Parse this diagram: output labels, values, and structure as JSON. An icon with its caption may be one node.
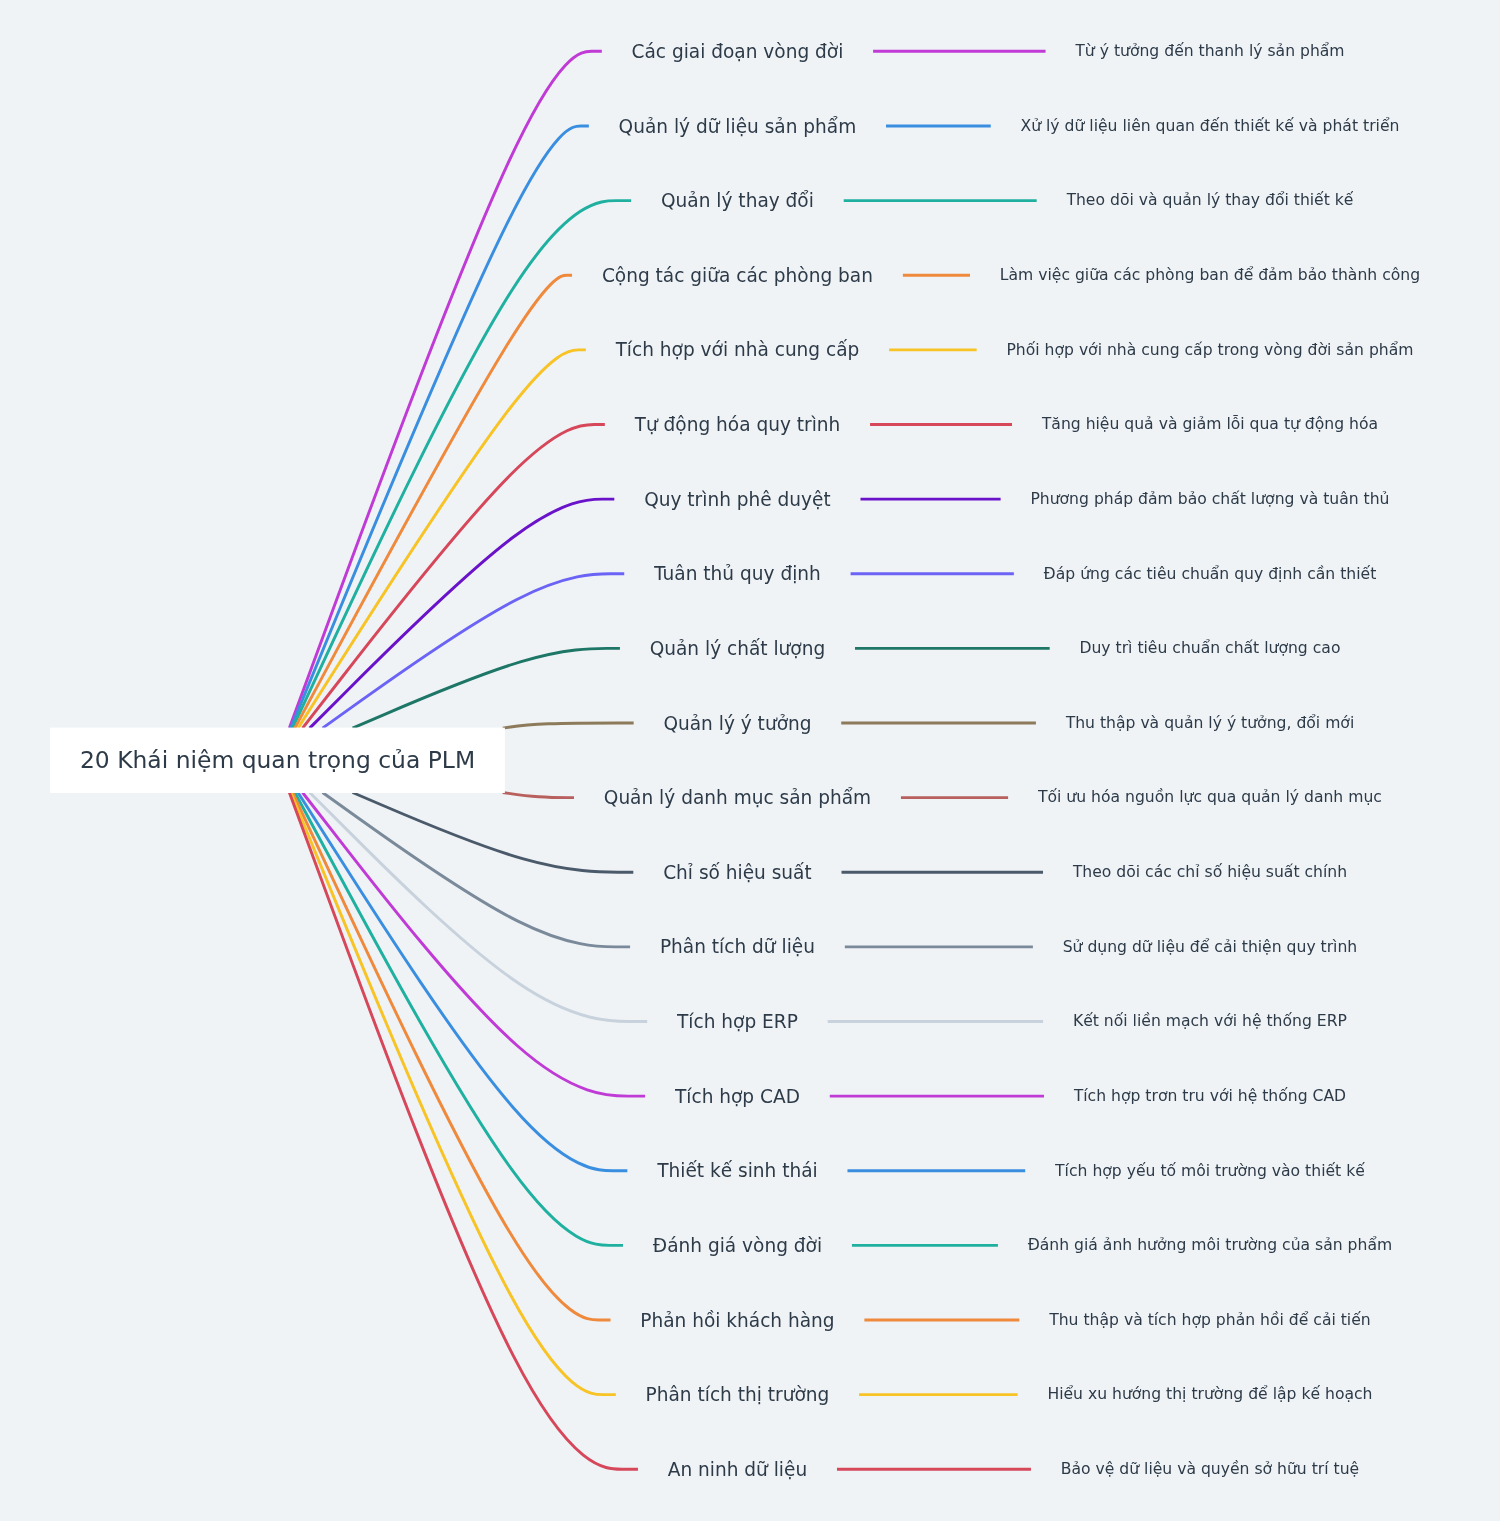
{
  "diagram": {
    "nodes": [
      {
        "text": [
          "20 Khái niệm quan trọng của PLM"
        ]
      },
      {
        "text": [
          "Các giai đoạn vòng đời"
        ]
      },
      {
        "text": [
          "Từ ý tưởng đến thanh lý sản phẩm"
        ]
      },
      {
        "text": [
          "Quản lý dữ liệu sản phẩm"
        ]
      },
      {
        "text": [
          "Xử lý dữ liệu liên quan đến thiết kế và phát triển"
        ]
      },
      {
        "text": [
          "Quản lý thay đổi"
        ]
      },
      {
        "text": [
          "Theo dõi và quản lý thay đổi thiết kế"
        ]
      },
      {
        "text": [
          "Cộng tác giữa các phòng ban"
        ]
      },
      {
        "text": [
          "Làm việc giữa các phòng ban để đảm bảo thành công"
        ]
      },
      {
        "text": [
          "Tích hợp với nhà cung cấp"
        ]
      },
      {
        "text": [
          "Phối hợp với nhà cung cấp trong vòng đời sản phẩm"
        ]
      },
      {
        "text": [
          "Tự động hóa quy trình"
        ]
      },
      {
        "text": [
          "Tăng hiệu quả và giảm lỗi qua tự động hóa"
        ]
      },
      {
        "text": [
          "Quy trình phê duyệt"
        ]
      },
      {
        "text": [
          "Phương pháp đảm bảo chất lượng và tuân thủ"
        ]
      },
      {
        "text": [
          "Tuân thủ quy định"
        ]
      },
      {
        "text": [
          "Đáp ứng các tiêu chuẩn quy định cần thiết"
        ]
      },
      {
        "text": [
          "Quản lý chất lượng"
        ]
      },
      {
        "text": [
          "Duy trì tiêu chuẩn chất lượng cao"
        ]
      },
      {
        "text": [
          "Quản lý ý tưởng"
        ]
      },
      {
        "text": [
          "Thu thập và quản lý ý tưởng, đổi mới"
        ]
      },
      {
        "text": [
          "Quản lý danh mục sản phẩm"
        ]
      },
      {
        "text": [
          "Tối ưu hóa nguồn lực qua quản lý danh mục"
        ]
      },
      {
        "text": [
          "Chỉ số hiệu suất"
        ]
      },
      {
        "text": [
          "Theo dõi các chỉ số hiệu suất chính"
        ]
      },
      {
        "text": [
          "Phân tích dữ liệu"
        ]
      },
      {
        "text": [
          "Sử dụng dữ liệu để cải thiện quy trình"
        ]
      },
      {
        "text": [
          "Tích hợp ERP"
        ]
      },
      {
        "text": [
          "Kết nối liền mạch với hệ thống ERP"
        ]
      },
      {
        "text": [
          "Tích hợp CAD"
        ]
      },
      {
        "text": [
          "Tích hợp trơn tru với hệ thống CAD"
        ]
      },
      {
        "text": [
          "Thiết kế sinh thái"
        ]
      },
      {
        "text": [
          "Tích hợp yếu tố môi trường vào thiết kế"
        ]
      },
      {
        "text": [
          "Đánh giá vòng đời"
        ]
      },
      {
        "text": [
          "Đánh giá ảnh hưởng môi trường của sản phẩm"
        ]
      },
      {
        "text": [
          "Phản hồi khách hàng"
        ]
      },
      {
        "text": [
          "Thu thập và tích hợp phản hồi để cải tiến"
        ]
      },
      {
        "text": [
          "Phân tích thị trường"
        ]
      },
      {
        "text": [
          "Hiểu xu hướng thị trường để lập kế hoạch"
        ]
      },
      {
        "text": [
          "An ninh dữ liệu"
        ]
      },
      {
        "text": [
          "Bảo vệ dữ liệu và quyền sở hữu trí tuệ"
        ]
      }
    ],
    "edges": [
      {
        "from": 0,
        "to": 1,
        "arrow": "none",
        "color": "#c03bd6"
      },
      {
        "from": 1,
        "to": 2,
        "arrow": "none",
        "color": "#c03bd6"
      },
      {
        "from": 0,
        "to": 3,
        "arrow": "none",
        "color": "#3a8ee0"
      },
      {
        "from": 3,
        "to": 4,
        "arrow": "none",
        "color": "#3a8ee0"
      },
      {
        "from": 0,
        "to": 5,
        "arrow": "none",
        "color": "#1fb0a0"
      },
      {
        "from": 5,
        "to": 6,
        "arrow": "none",
        "color": "#1fb0a0"
      },
      {
        "from": 0,
        "to": 7,
        "arrow": "none",
        "color": "#ef8a3c"
      },
      {
        "from": 7,
        "to": 8,
        "arrow": "none",
        "color": "#ef8a3c"
      },
      {
        "from": 0,
        "to": 9,
        "arrow": "none",
        "color": "#f7c325"
      },
      {
        "from": 9,
        "to": 10,
        "arrow": "none",
        "color": "#f7c325"
      },
      {
        "from": 0,
        "to": 11,
        "arrow": "none",
        "color": "#d6475a"
      },
      {
        "from": 11,
        "to": 12,
        "arrow": "none",
        "color": "#d6475a"
      },
      {
        "from": 0,
        "to": 13,
        "arrow": "none",
        "color": "#6a12c9"
      },
      {
        "from": 13,
        "to": 14,
        "arrow": "none",
        "color": "#6a12c9"
      },
      {
        "from": 0,
        "to": 15,
        "arrow": "none",
        "color": "#6b63f5"
      },
      {
        "from": 15,
        "to": 16,
        "arrow": "none",
        "color": "#6b63f5"
      },
      {
        "from": 0,
        "to": 17,
        "arrow": "none",
        "color": "#1e7766"
      },
      {
        "from": 17,
        "to": 18,
        "arrow": "none",
        "color": "#1e7766"
      },
      {
        "from": 0,
        "to": 19,
        "arrow": "none",
        "color": "#8c7a5a"
      },
      {
        "from": 19,
        "to": 20,
        "arrow": "none",
        "color": "#8c7a5a"
      },
      {
        "from": 0,
        "to": 21,
        "arrow": "none",
        "color": "#b8605e"
      },
      {
        "from": 21,
        "to": 22,
        "arrow": "none",
        "color": "#b8605e"
      },
      {
        "from": 0,
        "to": 23,
        "arrow": "none",
        "color": "#4b5a6a"
      },
      {
        "from": 23,
        "to": 24,
        "arrow": "none",
        "color": "#4b5a6a"
      },
      {
        "from": 0,
        "to": 25,
        "arrow": "none",
        "color": "#7a8a9a"
      },
      {
        "from": 25,
        "to": 26,
        "arrow": "none",
        "color": "#7a8a9a"
      },
      {
        "from": 0,
        "to": 27,
        "arrow": "none",
        "color": "#c8d2dc"
      },
      {
        "from": 27,
        "to": 28,
        "arrow": "none",
        "color": "#c8d2dc"
      },
      {
        "from": 0,
        "to": 29,
        "arrow": "none",
        "color": "#c03bd6"
      },
      {
        "from": 29,
        "to": 30,
        "arrow": "none",
        "color": "#c03bd6"
      },
      {
        "from": 0,
        "to": 31,
        "arrow": "none",
        "color": "#3a8ee0"
      },
      {
        "from": 31,
        "to": 32,
        "arrow": "none",
        "color": "#3a8ee0"
      },
      {
        "from": 0,
        "to": 33,
        "arrow": "none",
        "color": "#1fb0a0"
      },
      {
        "from": 33,
        "to": 34,
        "arrow": "none",
        "color": "#1fb0a0"
      },
      {
        "from": 0,
        "to": 35,
        "arrow": "none",
        "color": "#ef8a3c"
      },
      {
        "from": 35,
        "to": 36,
        "arrow": "none",
        "color": "#ef8a3c"
      },
      {
        "from": 0,
        "to": 37,
        "arrow": "none",
        "color": "#f7c325"
      },
      {
        "from": 37,
        "to": 38,
        "arrow": "none",
        "color": "#f7c325"
      },
      {
        "from": 0,
        "to": 39,
        "arrow": "none",
        "color": "#d6475a"
      },
      {
        "from": 39,
        "to": 40,
        "arrow": "none",
        "color": "#d6475a"
      }
    ]
  }
}
